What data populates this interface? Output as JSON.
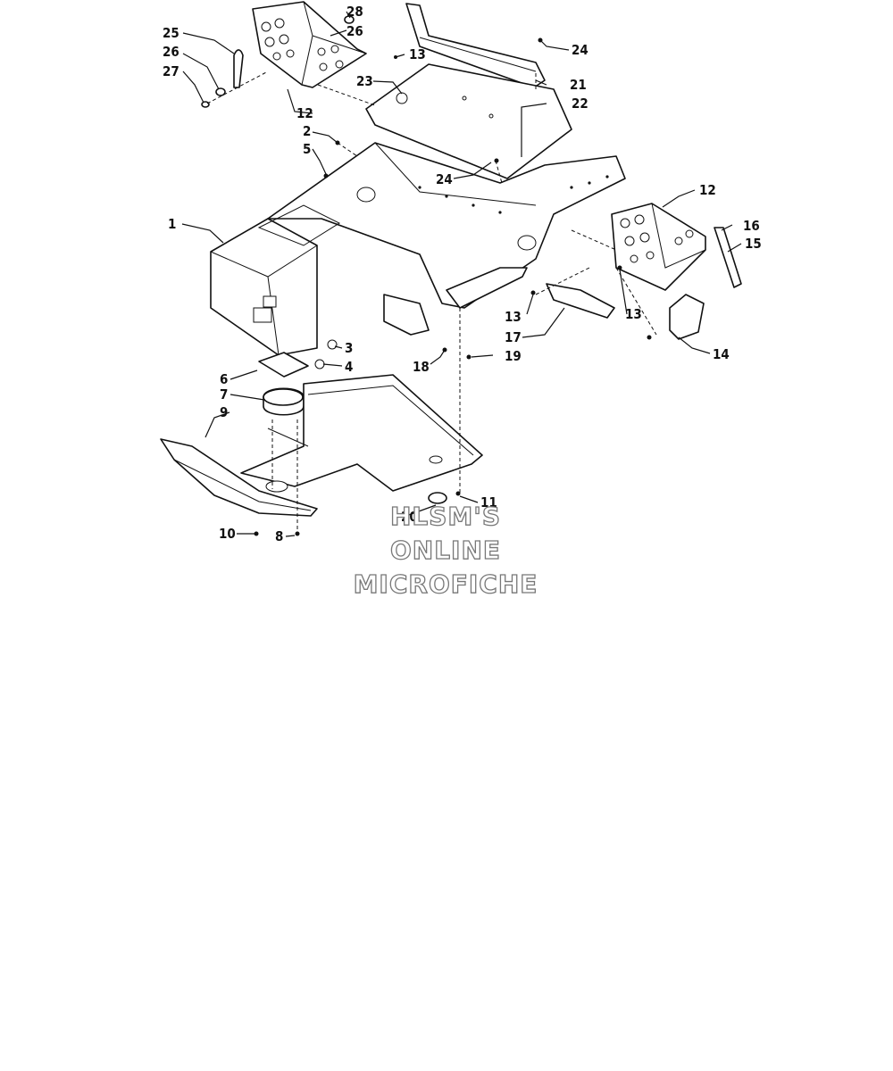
{
  "diagram": {
    "callouts": [
      {
        "id": "c1",
        "text": "1"
      },
      {
        "id": "c2",
        "text": "2"
      },
      {
        "id": "c3",
        "text": "3"
      },
      {
        "id": "c4",
        "text": "4"
      },
      {
        "id": "c5",
        "text": "5"
      },
      {
        "id": "c6",
        "text": "6"
      },
      {
        "id": "c7",
        "text": "7"
      },
      {
        "id": "c8",
        "text": "8"
      },
      {
        "id": "c9",
        "text": "9"
      },
      {
        "id": "c10",
        "text": "10"
      },
      {
        "id": "c11",
        "text": "11"
      },
      {
        "id": "c12a",
        "text": "12"
      },
      {
        "id": "c12b",
        "text": "12"
      },
      {
        "id": "c13a",
        "text": "13"
      },
      {
        "id": "c13b",
        "text": "13"
      },
      {
        "id": "c13c",
        "text": "13"
      },
      {
        "id": "c14",
        "text": "14"
      },
      {
        "id": "c15",
        "text": "15"
      },
      {
        "id": "c16",
        "text": "16"
      },
      {
        "id": "c17",
        "text": "17"
      },
      {
        "id": "c18",
        "text": "18"
      },
      {
        "id": "c19",
        "text": "19"
      },
      {
        "id": "c20",
        "text": "20"
      },
      {
        "id": "c21",
        "text": "21"
      },
      {
        "id": "c22",
        "text": "22"
      },
      {
        "id": "c23",
        "text": "23"
      },
      {
        "id": "c24a",
        "text": "24"
      },
      {
        "id": "c24b",
        "text": "24"
      },
      {
        "id": "c25",
        "text": "25"
      },
      {
        "id": "c26a",
        "text": "26"
      },
      {
        "id": "c26b",
        "text": "26"
      },
      {
        "id": "c27",
        "text": "27"
      },
      {
        "id": "c28",
        "text": "28"
      }
    ]
  },
  "watermark": {
    "line1": "HLSM'S",
    "line2": "ONLINE",
    "line3": "MICROFICHE"
  },
  "colors": {
    "ink": "#111111",
    "paper": "#ffffff",
    "watermark_outline": "#777777"
  }
}
